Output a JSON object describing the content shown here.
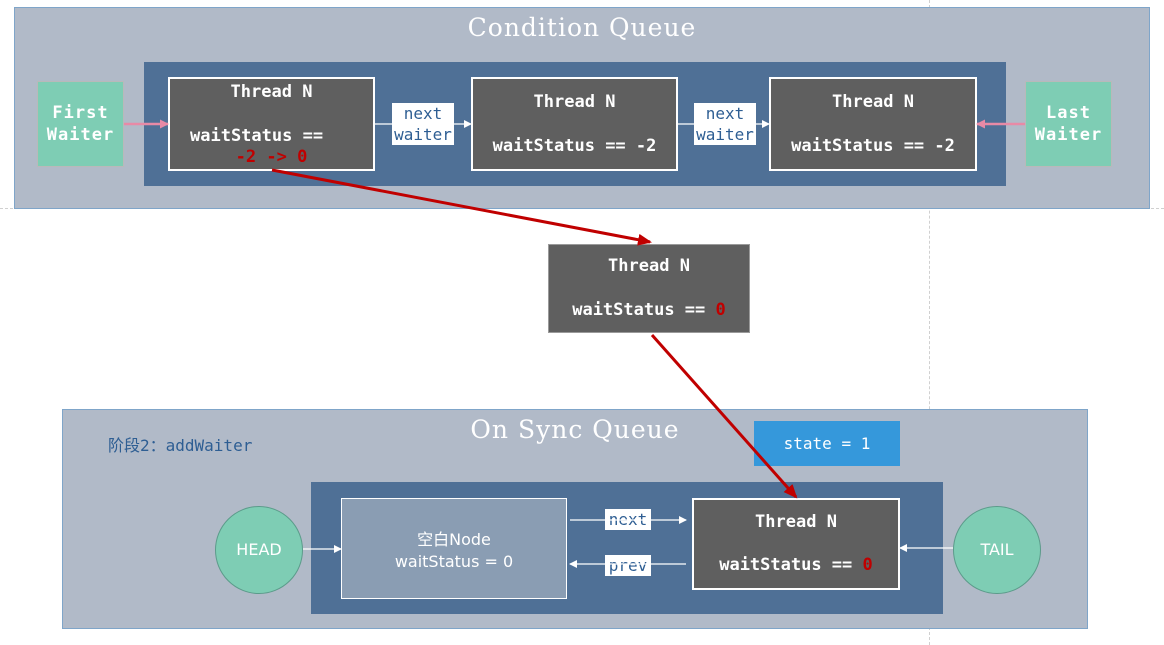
{
  "condition_queue": {
    "title": "Condition Queue",
    "first_waiter": [
      "First",
      "Waiter"
    ],
    "last_waiter": [
      "Last",
      "Waiter"
    ],
    "nodes": [
      {
        "thread": "Thread N",
        "status_label": "waitStatus ==",
        "status_change": "-2 -> 0"
      },
      {
        "thread": "Thread N",
        "status": "waitStatus == -2"
      },
      {
        "thread": "Thread N",
        "status": "waitStatus == -2"
      }
    ],
    "link_label": [
      "next",
      "waiter"
    ]
  },
  "transfer_node": {
    "thread": "Thread N",
    "status_prefix": "waitStatus ==",
    "status_value": "0"
  },
  "sync_queue": {
    "title": "On Sync Queue",
    "stage_label": "阶段2：addWaiter",
    "state_badge": "state = 1",
    "head": "HEAD",
    "tail": "TAIL",
    "empty_node": {
      "name": "空白Node",
      "status": "waitStatus = 0"
    },
    "next_label": "next",
    "prev_label": "prev",
    "thread_node": {
      "thread": "Thread N",
      "status_prefix": "waitStatus ==",
      "status_value": "0"
    }
  },
  "colors": {
    "panel": "#b1bac8",
    "band": "#4f7096",
    "node": "#5f5f5f",
    "teal": "#7ecdb4",
    "state_badge": "#3598db",
    "arrow_red": "#c00000",
    "arrow_pink": "#e88aa6"
  }
}
